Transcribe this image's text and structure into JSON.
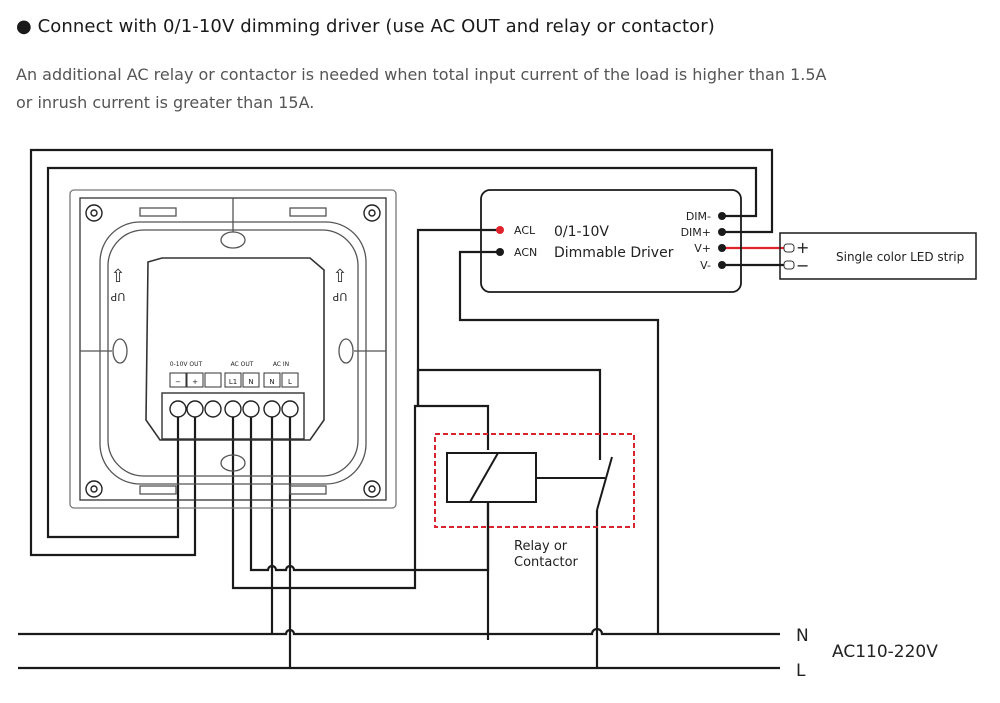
{
  "heading": "● Connect with 0/1-10V dimming driver (use AC OUT and relay or contactor)",
  "paragraph_line1": "An additional AC relay or contactor is needed when total input current of the load is higher than 1.5A",
  "paragraph_line2": "or inrush current is greater than 15A.",
  "panel": {
    "up_label": "UP",
    "group_labels": [
      "0-10V OUT",
      "AC OUT",
      "AC IN"
    ],
    "terminals": [
      "−",
      "+",
      "",
      "L1",
      "N",
      "N",
      "L"
    ]
  },
  "driver": {
    "title_line1": "0/1-10V",
    "title_line2": "Dimmable Driver",
    "inputs": [
      "ACL",
      "ACN"
    ],
    "outputs": [
      "DIM-",
      "DIM+",
      "V+",
      "V-"
    ]
  },
  "led_strip": {
    "label": "Single color LED strip",
    "plus": "+",
    "minus": "−"
  },
  "relay": {
    "label_line1": "Relay or",
    "label_line2": "Contactor"
  },
  "mains": {
    "n_label": "N",
    "l_label": "L",
    "voltage": "AC110-220V"
  },
  "colors": {
    "live_wire": "#e0242c",
    "wire": "#1a1a1a",
    "relay_box": "#d9232e"
  }
}
